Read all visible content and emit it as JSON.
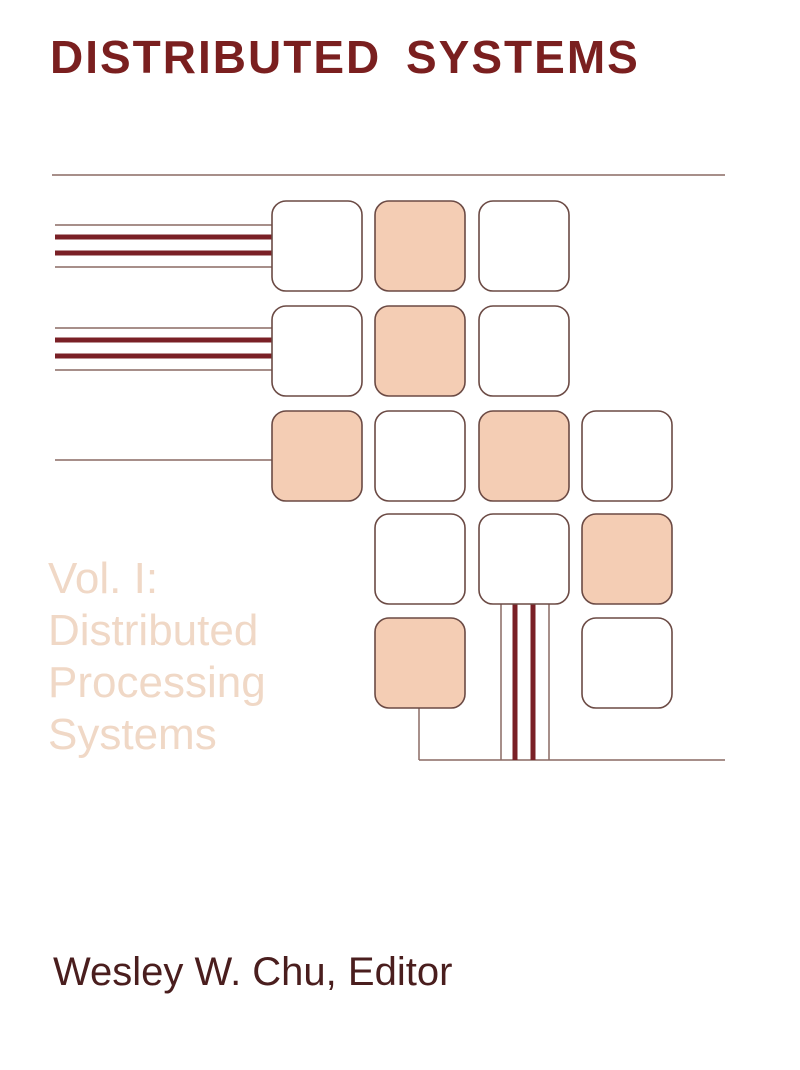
{
  "cover": {
    "title": "DISTRIBUTED SYSTEMS",
    "volume": "Vol. I:",
    "subtitle_lines": [
      "Distributed",
      "Processing",
      "Systems"
    ],
    "editor": "Wesley W. Chu, Editor"
  },
  "colors": {
    "title": "#7a1f1f",
    "subtitle": "#f0d8c6",
    "editor": "#4a1e1e",
    "box_outline": "#6b4a44",
    "box_fill": "#f4cdb4",
    "line": "#8a6a64",
    "stripe": "#7a2026"
  },
  "graphic": {
    "grid": [
      [
        "empty",
        "filled",
        "empty",
        "none"
      ],
      [
        "empty",
        "filled",
        "empty",
        "none"
      ],
      [
        "filled",
        "empty",
        "filled",
        "empty"
      ],
      [
        "none",
        "empty",
        "empty",
        "filled"
      ],
      [
        "none",
        "filled",
        "none",
        "empty"
      ]
    ]
  }
}
